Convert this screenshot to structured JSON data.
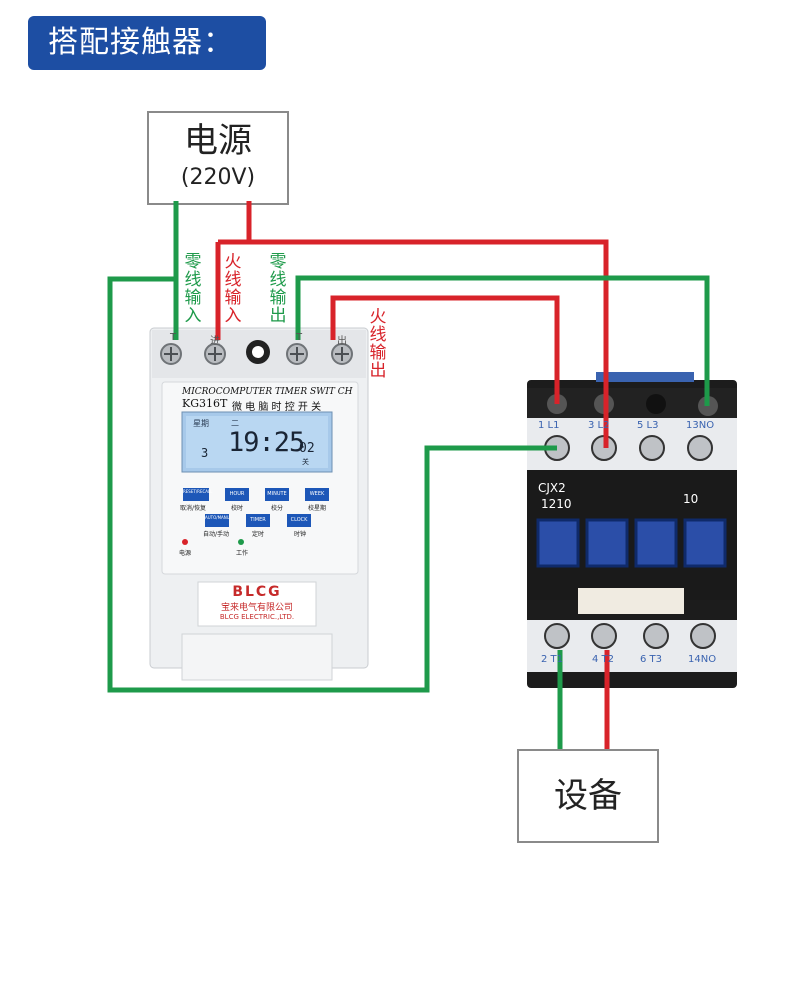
{
  "title": "搭配接触器：",
  "power": {
    "name": "电源",
    "voltage": "(220V)"
  },
  "device": {
    "name": "设备"
  },
  "wire_labels": {
    "neutral_in": "零线输入",
    "live_in": "火线输入",
    "neutral_out": "零线输出",
    "live_out": "火线输出"
  },
  "timer": {
    "terminal_marks": [
      "T",
      "进",
      "T",
      "出"
    ],
    "header_line1": "MICROCOMPUTER TIMER SWIT CH",
    "model": "KG316T",
    "model_cn": "微 电 脑 时 控 开 关",
    "lcd": {
      "week_label": "星期",
      "day": "二",
      "time": "19:25",
      "seconds": "02",
      "mode": "3",
      "state": "关"
    },
    "buttons": [
      {
        "label": "RESET/RECALL",
        "caption": "取消/恢复"
      },
      {
        "label": "HOUR",
        "caption": "校时"
      },
      {
        "label": "MINUTE",
        "caption": "校分"
      },
      {
        "label": "WEEK",
        "caption": "校星期"
      },
      {
        "label": "AUTO/MANU",
        "caption": "自动/手动"
      },
      {
        "label": "TIMER",
        "caption": "定时"
      },
      {
        "label": "CLOCK",
        "caption": "时钟"
      }
    ],
    "leds": {
      "power": "电源",
      "work": "工作"
    },
    "brand_logo": "BLCG",
    "brand_cn": "宝来电气有限公司",
    "brand_en": "BLCG ELECTRIC.,LTD."
  },
  "contactor": {
    "top_terminals": [
      "1 L1",
      "3 L2",
      "5 L3",
      "13NO"
    ],
    "bottom_terminals": [
      "2 T1",
      "4 T2",
      "6 T3",
      "14NO"
    ],
    "model": "CJX2",
    "model_num": "1210",
    "code": "10"
  },
  "colors": {
    "neutral": "#1e9a4a",
    "live": "#d8232a",
    "title_bg": "#1d4ea3"
  }
}
